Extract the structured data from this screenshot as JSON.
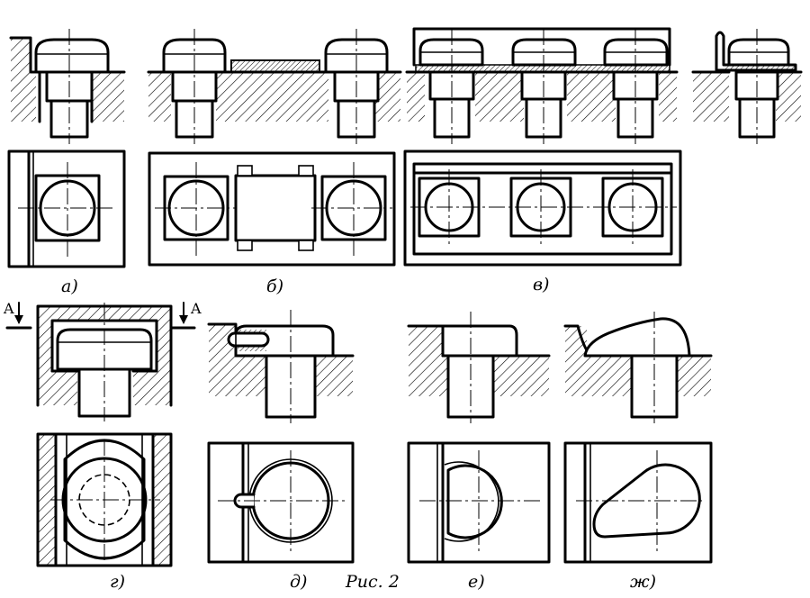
{
  "figure": {
    "caption": "Рис. 2",
    "variants": [
      {
        "id": "a",
        "label": "а)"
      },
      {
        "id": "b",
        "label": "б)"
      },
      {
        "id": "v",
        "label": "в)"
      },
      {
        "id": "g",
        "label": "г)"
      },
      {
        "id": "d",
        "label": "д)"
      },
      {
        "id": "e",
        "label": "е)"
      },
      {
        "id": "zh",
        "label": "ж)"
      }
    ],
    "section_mark": "A"
  }
}
